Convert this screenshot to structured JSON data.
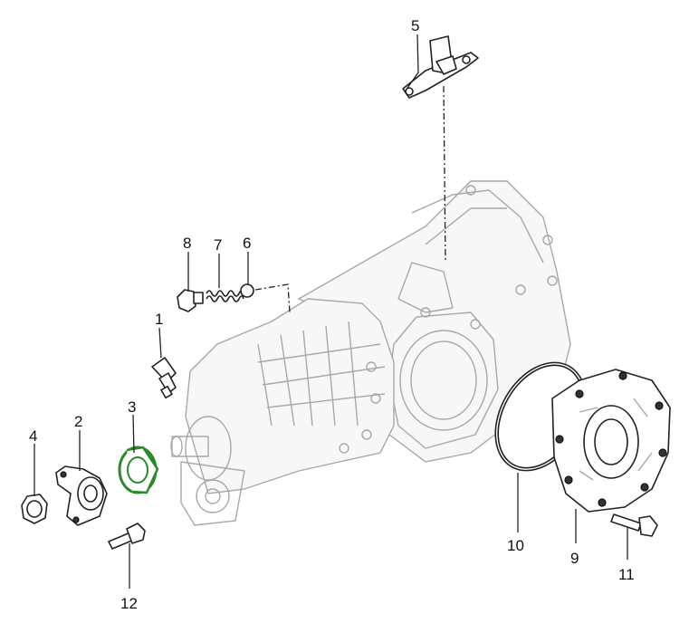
{
  "diagram": {
    "callouts": [
      {
        "id": "c1",
        "label": "1"
      },
      {
        "id": "c2",
        "label": "2"
      },
      {
        "id": "c3",
        "label": "3"
      },
      {
        "id": "c4",
        "label": "4"
      },
      {
        "id": "c5",
        "label": "5"
      },
      {
        "id": "c6",
        "label": "6"
      },
      {
        "id": "c7",
        "label": "7"
      },
      {
        "id": "c8",
        "label": "8"
      },
      {
        "id": "c9",
        "label": "9"
      },
      {
        "id": "c10",
        "label": "10"
      },
      {
        "id": "c11",
        "label": "11"
      },
      {
        "id": "c12",
        "label": "12"
      }
    ],
    "highlight_color": "#2a8a2a",
    "line_color": "#222222",
    "ghost_color": "#a8a8a8"
  }
}
